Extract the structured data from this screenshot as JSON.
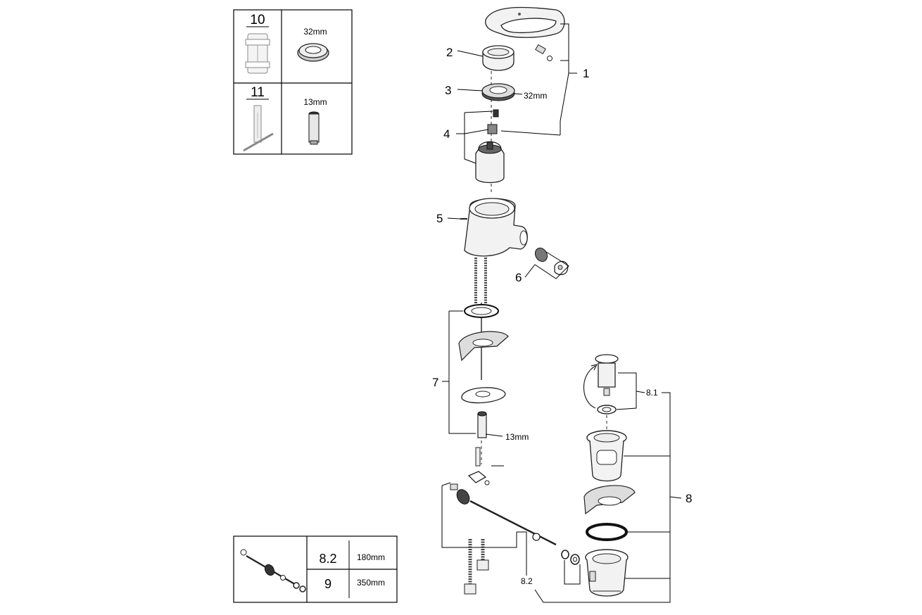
{
  "tool_table": {
    "rows": [
      {
        "id": "10",
        "size": "32mm"
      },
      {
        "id": "11",
        "size": "13mm"
      }
    ]
  },
  "hose_table": {
    "rows": [
      {
        "id": "8.2",
        "length": "180mm"
      },
      {
        "id": "9",
        "length": "350mm"
      }
    ]
  },
  "callouts": {
    "c1": "1",
    "c2": "2",
    "c3": "3",
    "c3_size": "32mm",
    "c4": "4",
    "c5": "5",
    "c6": "6",
    "c7": "7",
    "c7_size": "13mm",
    "c8": "8",
    "c81": "8.1",
    "c82": "8.2"
  }
}
